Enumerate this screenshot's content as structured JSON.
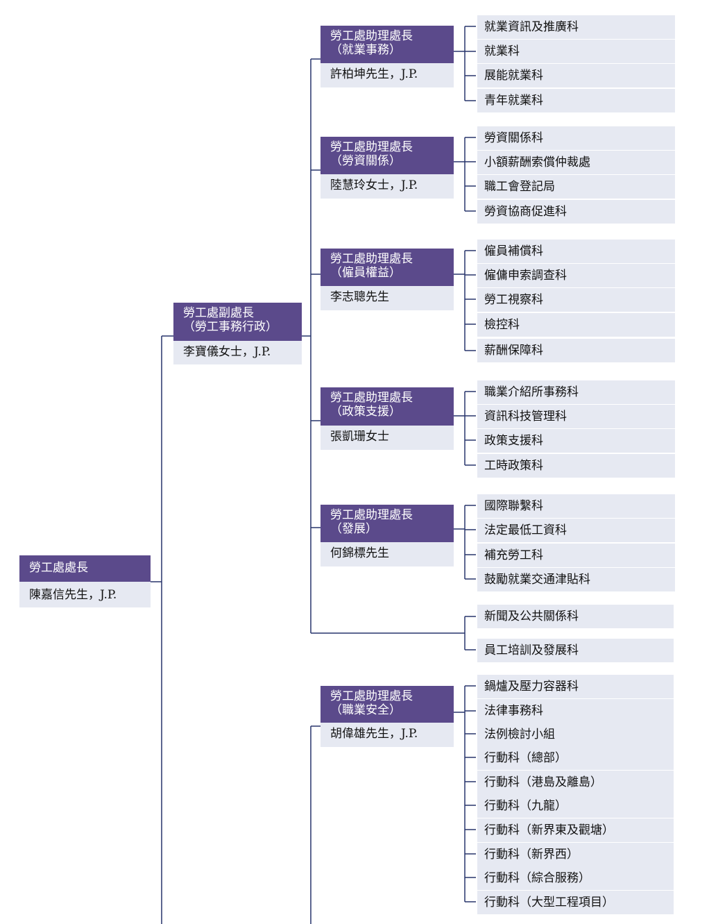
{
  "colors": {
    "header": "#5b4a8b",
    "cell": "#e6e9f2",
    "line": "#27346b"
  },
  "commissioner": {
    "title": "勞工處處長",
    "name": "陳嘉信先生，J.P."
  },
  "deputy": {
    "title_lines": [
      "勞工處副處長",
      "（勞工事務行政）"
    ],
    "name": "李寶儀女士，J.P."
  },
  "assistants": [
    {
      "title_lines": [
        "勞工處助理處長",
        "（就業事務）"
      ],
      "name": "許柏坤先生，J.P.",
      "sections": [
        "就業資訊及推廣科",
        "就業科",
        "展能就業科",
        "青年就業科"
      ]
    },
    {
      "title_lines": [
        "勞工處助理處長",
        "（勞資關係）"
      ],
      "name": "陸慧玲女士，J.P.",
      "sections": [
        "勞資關係科",
        "小額薪酬索償仲裁處",
        "職工會登記局",
        "勞資協商促進科"
      ]
    },
    {
      "title_lines": [
        "勞工處助理處長",
        "（僱員權益）"
      ],
      "name": "李志聰先生",
      "sections": [
        "僱員補償科",
        "僱傭申索調查科",
        "勞工視察科",
        "檢控科",
        "薪酬保障科"
      ]
    },
    {
      "title_lines": [
        "勞工處助理處長",
        "（政策支援）"
      ],
      "name": "張凱珊女士",
      "sections": [
        "職業介紹所事務科",
        "資訊科技管理科",
        "政策支援科",
        "工時政策科"
      ]
    },
    {
      "title_lines": [
        "勞工處助理處長",
        "（發展）"
      ],
      "name": "何錦標先生",
      "sections": [
        "國際聯繫科",
        "法定最低工資科",
        "補充勞工科",
        "鼓勵就業交通津貼科"
      ]
    }
  ],
  "direct_sections": [
    "新聞及公共關係科",
    "員工培訓及發展科"
  ],
  "safety": {
    "title_lines": [
      "勞工處助理處長",
      "（職業安全）"
    ],
    "name": "胡偉雄先生，J.P.",
    "sections": [
      "鍋爐及壓力容器科",
      "法律事務科",
      "法例檢討小組",
      "行動科（總部）",
      "行動科（港島及離島）",
      "行動科（九龍）",
      "行動科（新界東及觀塘）",
      "行動科（新界西）",
      "行動科（綜合服務）",
      "行動科（大型工程項目）"
    ]
  }
}
